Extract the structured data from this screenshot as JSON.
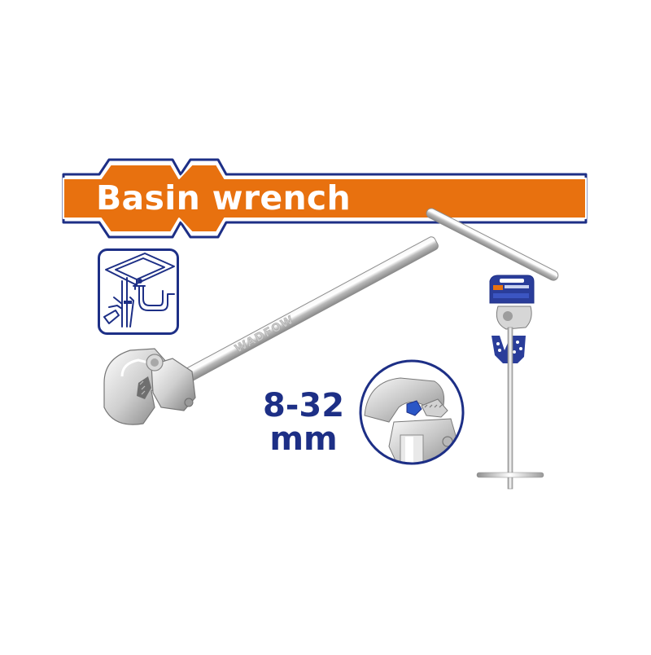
{
  "product": {
    "title": "Basin wrench",
    "size_range": "8-32",
    "size_unit": "mm",
    "brand": "WADFOW"
  },
  "icons": {
    "usage": "sink-installation-icon",
    "detail": "jaw-detail-icon",
    "main": "basin-wrench-icon",
    "package": "blister-package-icon"
  },
  "colors": {
    "banner": "#e8710f",
    "banner_outline": "#1d2f86",
    "spec_text": "#1d2f86",
    "package_card": "#2a3d9a",
    "chrome_light": "#f2f2f2",
    "chrome_dark": "#8f8f8f"
  }
}
